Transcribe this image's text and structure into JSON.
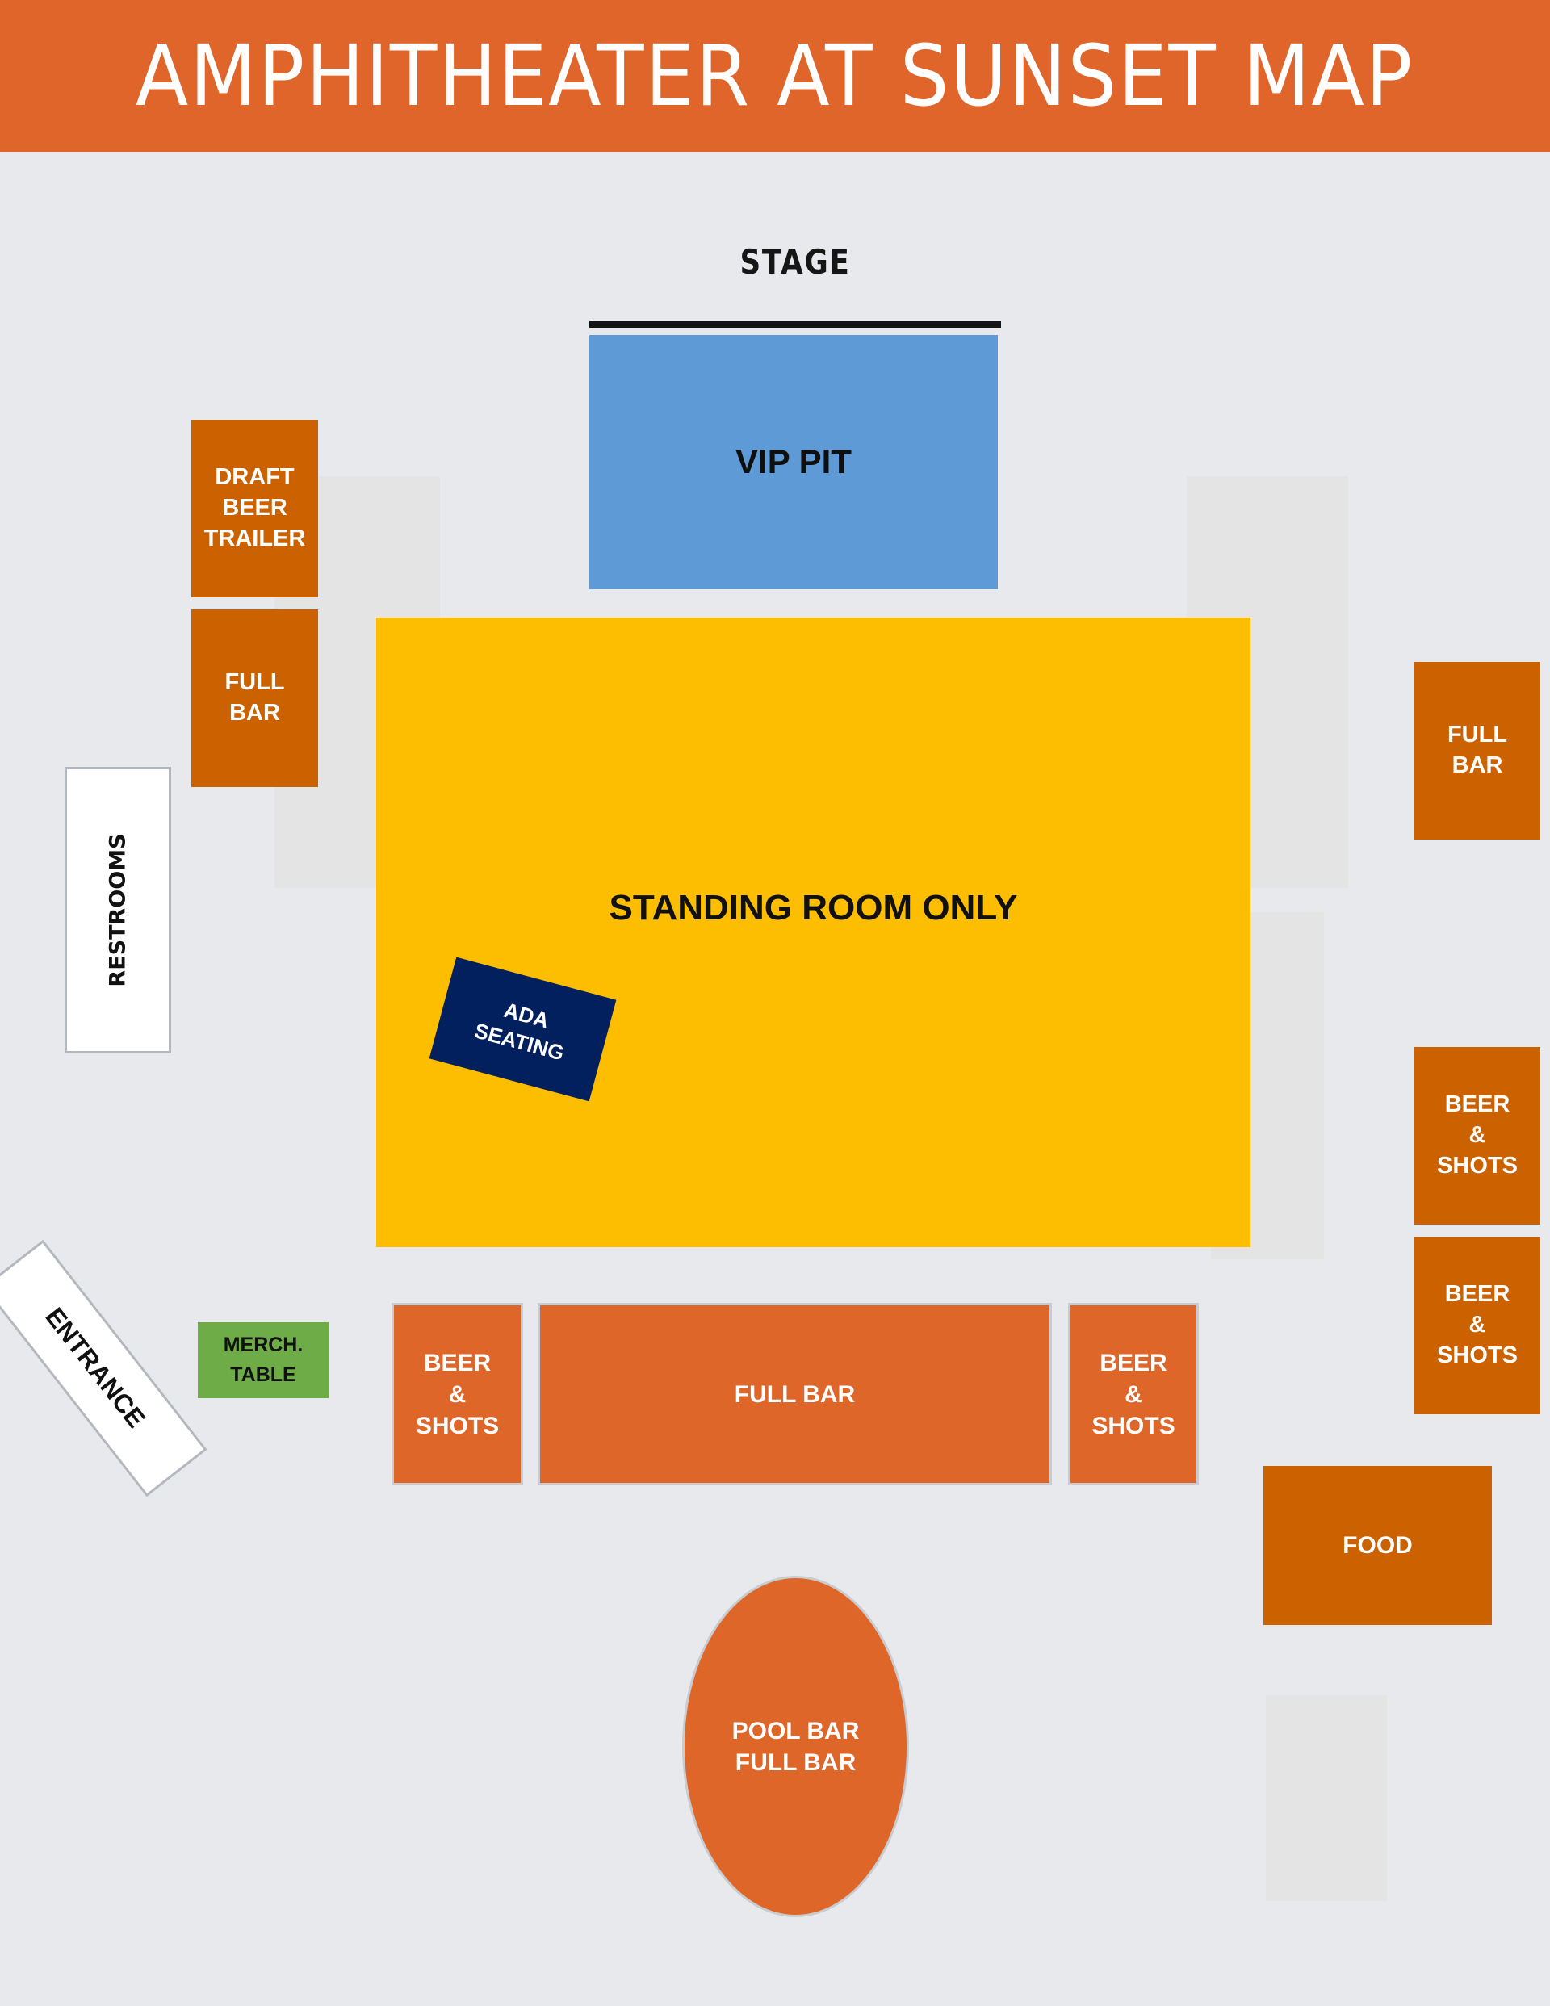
{
  "header": {
    "title": "AMPHITHEATER AT SUNSET MAP"
  },
  "colors": {
    "header": "#E0652A",
    "background": "#E7E9ED",
    "vip_pit": "#5E9BD6",
    "standing_room": "#FDBD00",
    "ada": "#03205E",
    "bar_dark": "#CC6100",
    "bar_bright": "#DD6628",
    "merch": "#6DAC47",
    "stage_line": "#161616"
  },
  "stage": {
    "label": "STAGE"
  },
  "zones": {
    "vip_pit": "VIP PIT",
    "standing_room": "STANDING ROOM ONLY",
    "ada_seating": "ADA\nSEATING"
  },
  "left_column": {
    "draft_beer_trailer": "DRAFT\nBEER\nTRAILER",
    "full_bar": "FULL\nBAR",
    "restrooms": "RESTROOMS",
    "entrance": "ENTRANCE",
    "merch_table": "MERCH.\nTABLE"
  },
  "right_column": {
    "full_bar": "FULL\nBAR",
    "beer_shots_1": "BEER\n&\nSHOTS",
    "beer_shots_2": "BEER\n&\nSHOTS",
    "food": "FOOD"
  },
  "bottom_row": {
    "beer_shots_left": "BEER\n&\nSHOTS",
    "full_bar": "FULL BAR",
    "beer_shots_right": "BEER\n&\nSHOTS"
  },
  "pool_bar": {
    "label": "POOL BAR\nFULL BAR"
  }
}
